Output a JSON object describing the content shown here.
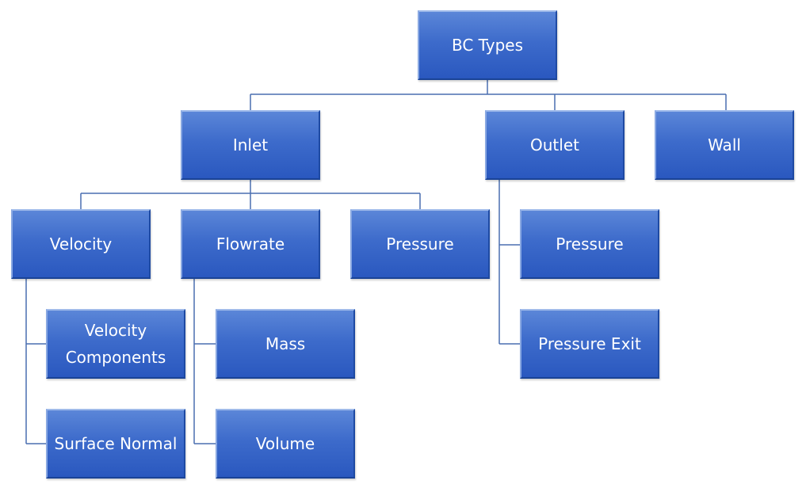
{
  "diagram": {
    "root": "BC Types",
    "level1": {
      "inlet": "Inlet",
      "outlet": "Outlet",
      "wall": "Wall"
    },
    "inlet_children": {
      "velocity": "Velocity",
      "flowrate": "Flowrate",
      "pressure": "Pressure"
    },
    "velocity_children": {
      "velocity_components": "Velocity\nComponents",
      "surface_normal": "Surface Normal"
    },
    "flowrate_children": {
      "mass": "Mass",
      "volume": "Volume"
    },
    "outlet_children": {
      "pressure": "Pressure",
      "pressure_exit": "Pressure Exit"
    },
    "colors": {
      "node_fill": "#3d6bcb",
      "node_text": "#ffffff",
      "connector": "#4a6fb0"
    }
  }
}
